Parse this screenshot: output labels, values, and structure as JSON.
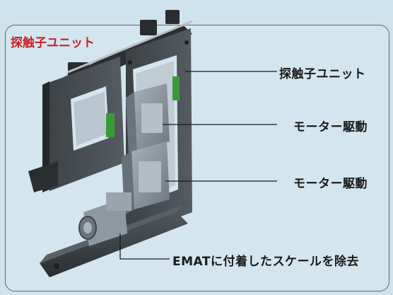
{
  "title": "探触子ユニット",
  "labels": {
    "unit": "探触子ユニット",
    "motor1": "モーター駆動",
    "motor2": "モーター駆動",
    "scale": "EMATに付着したスケールを除去"
  },
  "colors": {
    "background": "#d3e6f0",
    "title": "#c8202a",
    "text": "#1a1a1a",
    "leader": "#1a1a1a",
    "frame_dark": "#2f3336",
    "frame_mid": "#4a5055",
    "motor_block": "#8f9aa6",
    "spring": "#3a9a3a"
  }
}
